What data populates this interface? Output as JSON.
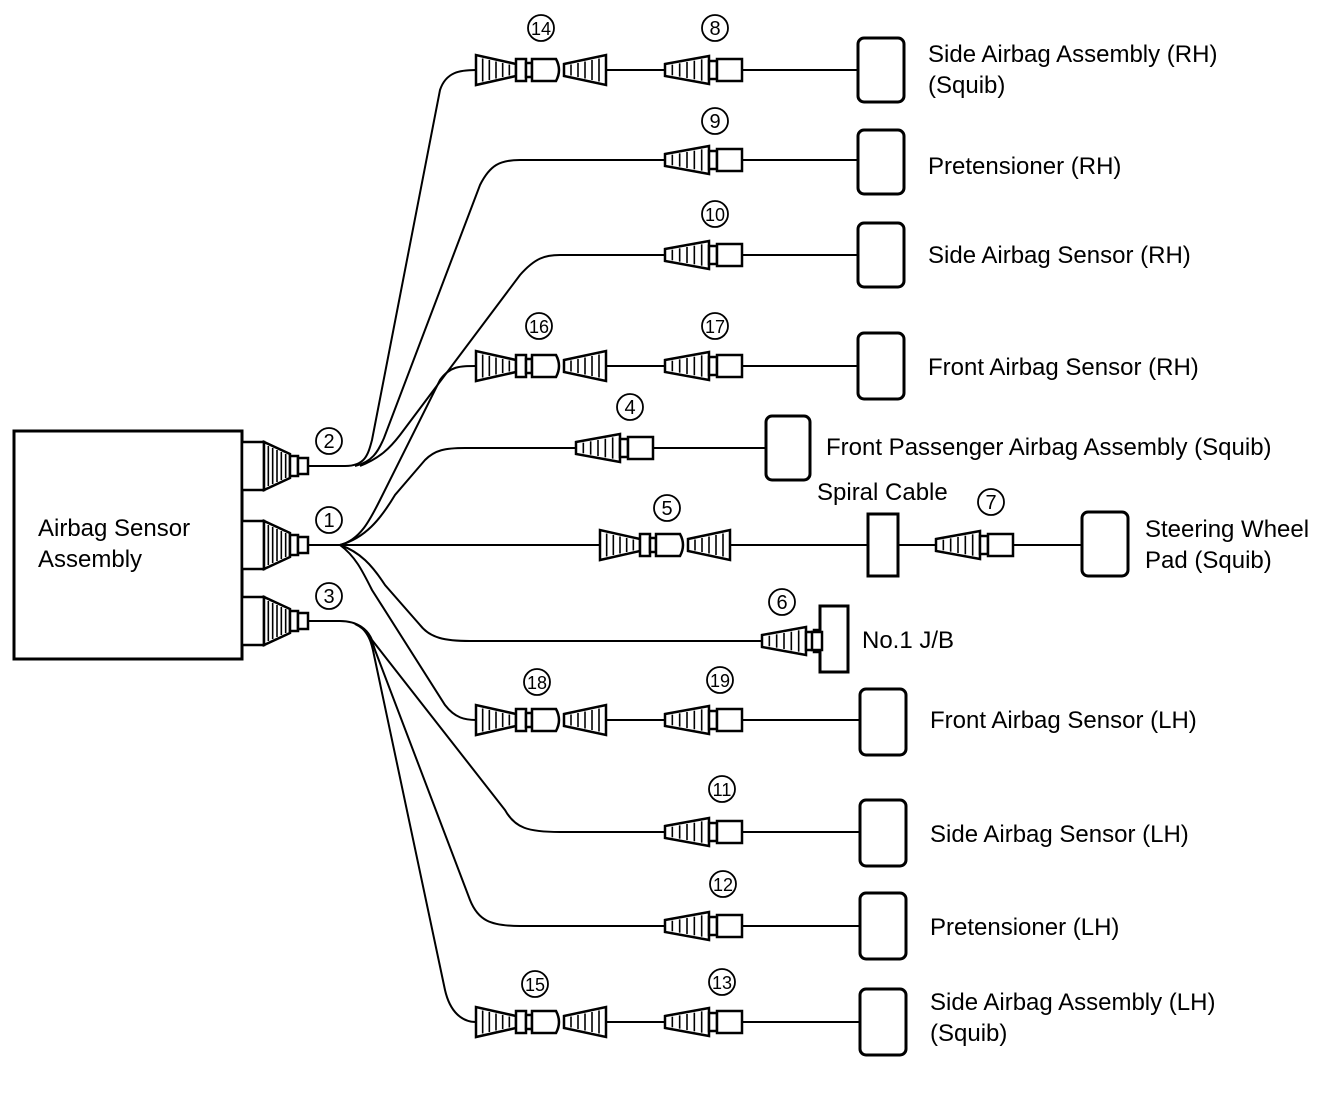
{
  "diagram": {
    "type": "airbag-wiring-harness",
    "ecu": {
      "label_lines": [
        "Airbag Sensor",
        "Assembly"
      ],
      "ports": [
        {
          "id": "2",
          "label": "2"
        },
        {
          "id": "1",
          "label": "1"
        },
        {
          "id": "3",
          "label": "3"
        }
      ]
    },
    "branches": [
      {
        "id": "side-airbag-assembly-rh",
        "from_port": "2",
        "connectors": [
          "14",
          "8"
        ],
        "label_lines": [
          "Side Airbag Assembly (RH)",
          "(Squib)"
        ]
      },
      {
        "id": "pretensioner-rh",
        "from_port": "2",
        "connectors": [
          "9"
        ],
        "label_lines": [
          "Pretensioner (RH)"
        ]
      },
      {
        "id": "side-airbag-sensor-rh",
        "from_port": "2",
        "connectors": [
          "10"
        ],
        "label_lines": [
          "Side Airbag Sensor (RH)"
        ]
      },
      {
        "id": "front-airbag-sensor-rh",
        "from_port": "1",
        "connectors": [
          "16",
          "17"
        ],
        "label_lines": [
          "Front Airbag Sensor (RH)"
        ]
      },
      {
        "id": "front-passenger-airbag",
        "from_port": "1",
        "connectors": [
          "4"
        ],
        "label_lines": [
          "Front Passenger Airbag Assembly (Squib)"
        ]
      },
      {
        "id": "steering-wheel-pad",
        "from_port": "1",
        "connectors": [
          "5",
          "7"
        ],
        "via": "Spiral Cable",
        "label_lines": [
          "Steering Wheel",
          "Pad (Squib)"
        ]
      },
      {
        "id": "no1-jb",
        "from_port": "1",
        "connectors": [
          "6"
        ],
        "label_lines": [
          "No.1 J/B"
        ]
      },
      {
        "id": "front-airbag-sensor-lh",
        "from_port": "1",
        "connectors": [
          "18",
          "19"
        ],
        "label_lines": [
          "Front Airbag Sensor (LH)"
        ]
      },
      {
        "id": "side-airbag-sensor-lh",
        "from_port": "3",
        "connectors": [
          "11"
        ],
        "label_lines": [
          "Side Airbag Sensor (LH)"
        ]
      },
      {
        "id": "pretensioner-lh",
        "from_port": "3",
        "connectors": [
          "12"
        ],
        "label_lines": [
          "Pretensioner (LH)"
        ]
      },
      {
        "id": "side-airbag-assembly-lh",
        "from_port": "3",
        "connectors": [
          "15",
          "13"
        ],
        "label_lines": [
          "Side Airbag Assembly (LH)",
          "(Squib)"
        ]
      }
    ],
    "spiral_cable_label": "Spiral Cable"
  }
}
